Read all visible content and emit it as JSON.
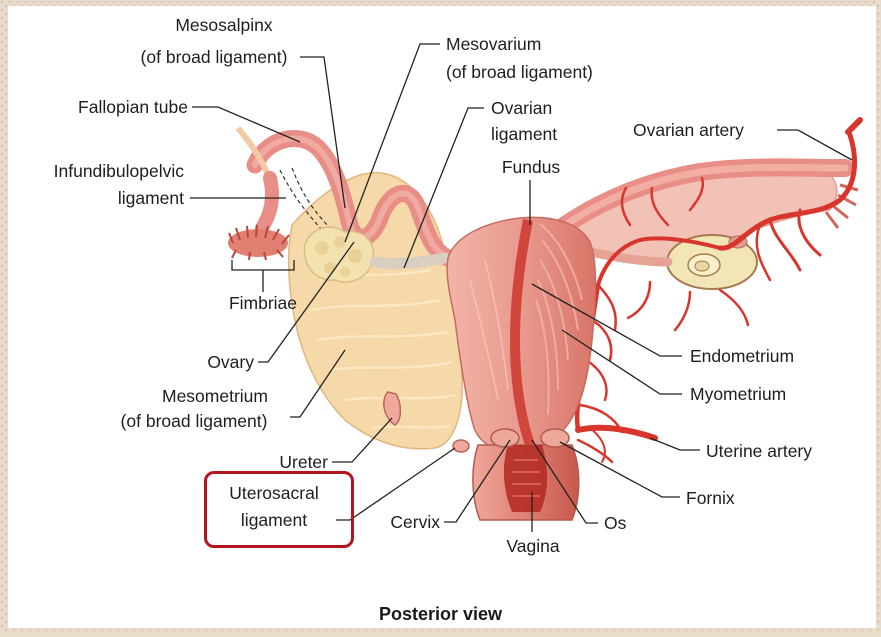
{
  "labels": {
    "mesosalpinx": "Mesosalpinx",
    "mesosalpinx_sub": "(of broad ligament)",
    "mesovarium": "Mesovarium",
    "mesovarium_sub": "(of broad ligament)",
    "fallopian_tube": "Fallopian tube",
    "ovarian_ligament_1": "Ovarian",
    "ovarian_ligament_2": "ligament",
    "ovarian_artery": "Ovarian artery",
    "fundus": "Fundus",
    "infundibulopelvic_1": "Infundibulopelvic",
    "infundibulopelvic_2": "ligament",
    "fimbriae": "Fimbriae",
    "ovary": "Ovary",
    "mesometrium": "Mesometrium",
    "mesometrium_sub": "(of broad ligament)",
    "endometrium": "Endometrium",
    "myometrium": "Myometrium",
    "uterine_artery": "Uterine artery",
    "ureter": "Ureter",
    "uterosacral_1": "Uterosacral",
    "uterosacral_2": "ligament",
    "cervix": "Cervix",
    "fornix": "Fornix",
    "os": "Os",
    "vagina": "Vagina"
  },
  "caption": "Posterior view",
  "colors": {
    "highlight_box": "#b3151f",
    "tissue_pink": "#e8918a",
    "broad_ligament": "#f6d9a8",
    "artery_red": "#d8362c",
    "background": "#ffffff"
  }
}
